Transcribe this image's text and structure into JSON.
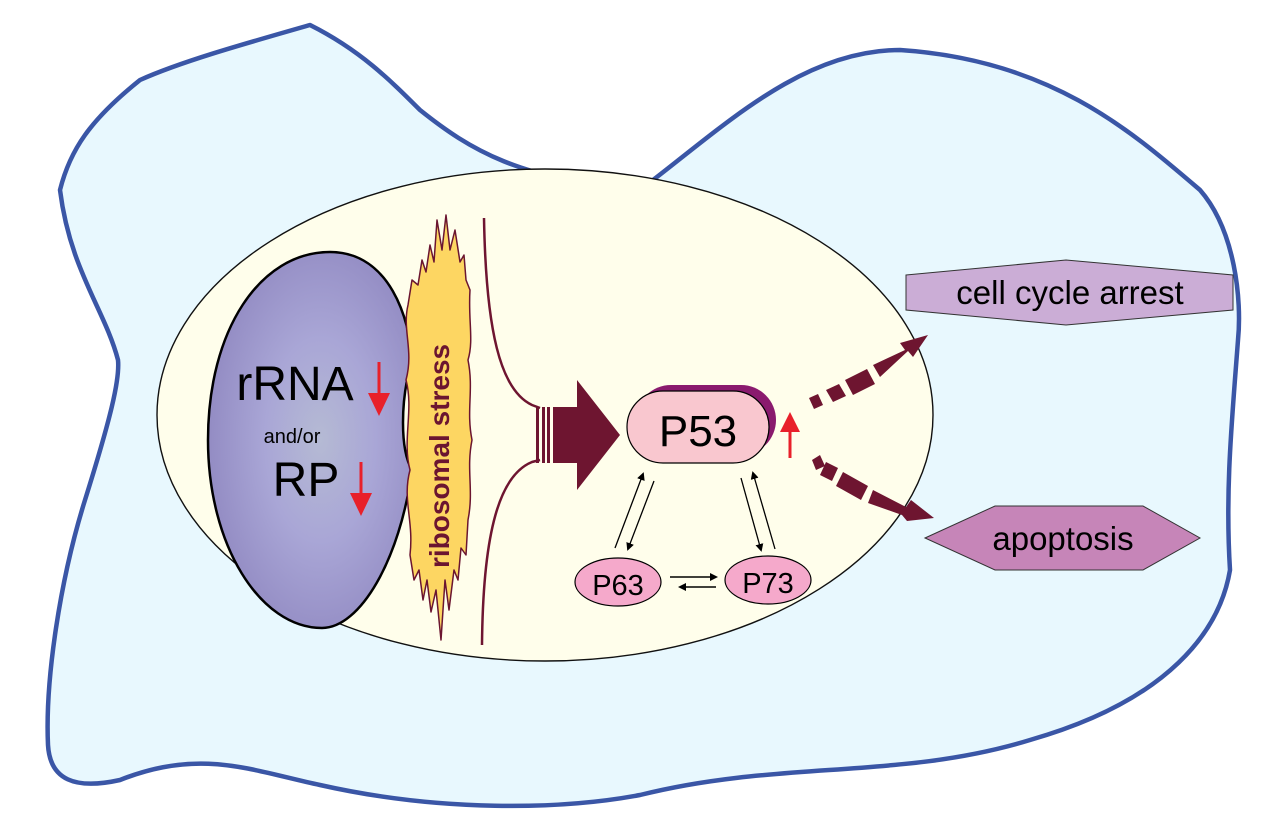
{
  "diagram": {
    "nucleolus": {
      "line1": "rRNA",
      "line2": "and/or",
      "line3": "RP",
      "rrna_trend": "down",
      "rp_trend": "down"
    },
    "stress_label": "ribosomal stress",
    "hub": {
      "label": "P53",
      "trend": "up"
    },
    "family": [
      {
        "label": "P63"
      },
      {
        "label": "P73"
      }
    ],
    "outcomes": [
      {
        "label": "cell cycle arrest"
      },
      {
        "label": "apoptosis"
      }
    ],
    "colors": {
      "cell_fill": "#e8f8fe",
      "cell_outline": "#3a56a6",
      "nucleus_fill": "#fffeeb",
      "nucleolus_fill": "#9d98cc",
      "stress_fill": "#fdd662",
      "stress_text": "#6b1530",
      "maroon": "#6e1530",
      "p53_fill": "#f9c7cf",
      "p53_shadow": "#8a1a6e",
      "family_fill": "#f5a9cb",
      "arrest_fill": "#cbadd6",
      "apoptosis_fill": "#c685b8",
      "trend_arrow": "#e8202a"
    }
  }
}
